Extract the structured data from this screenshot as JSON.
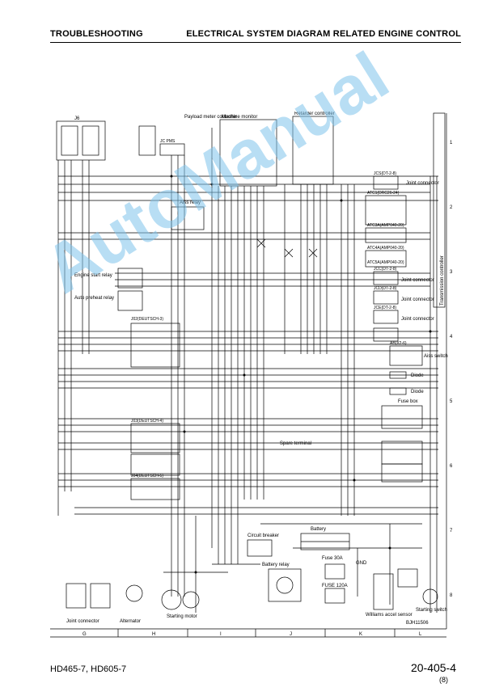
{
  "header": {
    "section": "TROUBLESHOOTING",
    "title": "ELECTRICAL SYSTEM DIAGRAM RELATED ENGINE CONTROL"
  },
  "diagram": {
    "controllers": {
      "payload": "Payload meter controller",
      "machine_monitor": "Machine monitor",
      "retarder": "Retarder controller",
      "transmission": "Transmission controller"
    },
    "connectors": {
      "j6": "J6",
      "jcs": "JCS(DT-2-8)",
      "jcc": "JCC(DT-2-8)",
      "jcd": "JCD(DT-2-8)",
      "jce": "JCE(DT-2-8)",
      "atc1": "ATC1(DRC26-24)",
      "atc3a": "ATC3A(AMP040-20)",
      "atc4a": "ATC4A(AMP040-20)",
      "atc5a": "ATC5A(AMP040-20)",
      "ab": "AB(X2-6)",
      "j02": "J02(DEUTSCH-3)",
      "j03": "J03(DEUTSCH-4)",
      "j04": "J04(DEUTSCH-5)",
      "jc_pms": "JC PMS"
    },
    "components": {
      "aiss_relay": "Aiss relay",
      "engine_start_relay": "Engine start relay",
      "auto_preheat_relay": "Auto preheat relay",
      "aiss_switch": "Aiss switch",
      "diode1": "Diode",
      "diode2": "Diode",
      "fuse_box": "Fuse box",
      "spare_terminal": "Spare terminal",
      "circuit_breaker": "Circuit breaker",
      "battery": "Battery",
      "battery_relay": "Battery relay",
      "fuse_30a": "Fuse 30A",
      "fuse_120a": "FUSE 120A",
      "gnd": "GND",
      "williams_sensor": "Williams accel sensor",
      "starting_switch": "Starting switch",
      "starting_motor": "Starting motor",
      "alternator": "Alternator",
      "joint_connector_bottom": "Joint connector"
    },
    "joint_connector_label": "Joint connector",
    "drawing_code": "BJH11506",
    "grid_letters": [
      "G",
      "H",
      "I",
      "J",
      "K",
      "L"
    ],
    "row_numbers": [
      "1",
      "2",
      "3",
      "4",
      "5",
      "6",
      "7",
      "8"
    ]
  },
  "watermark": "AutoManual",
  "footer": {
    "models": "HD465-7, HD605-7",
    "page": "20-405-4",
    "revision": "(8)"
  }
}
